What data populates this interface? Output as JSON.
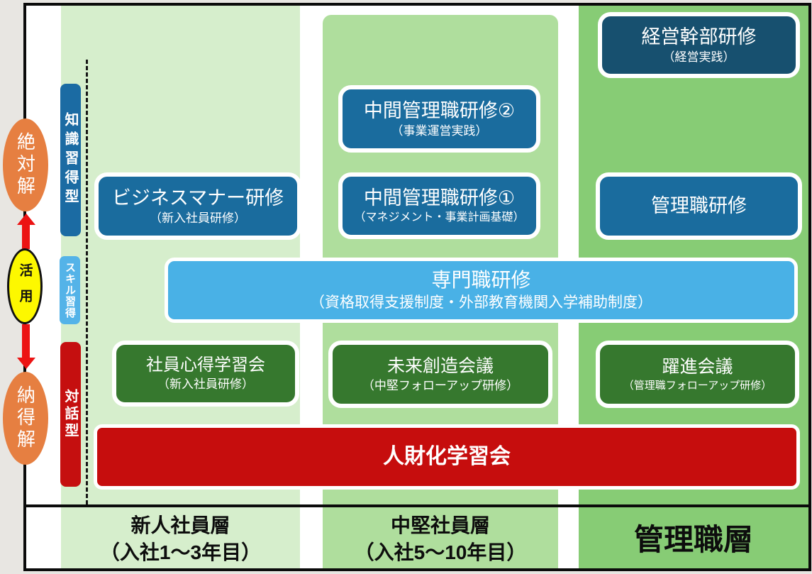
{
  "left_rail": {
    "top_oval_label": "絶対解",
    "middle_oval_label": "活用",
    "bottom_oval_label": "納得解"
  },
  "type_labels": {
    "knowledge": {
      "label": "知識習得型",
      "color": "#1b6ba3"
    },
    "skill": {
      "label": "スキル習得",
      "color": "#54b3e8"
    },
    "dialogue": {
      "label": "対話型",
      "color": "#c50f0f"
    }
  },
  "boxes": {
    "executive": {
      "title": "経営幹部研修",
      "subtitle": "（経営実践）",
      "color": "#17506f"
    },
    "mid_mgmt_2": {
      "title": "中間管理職研修②",
      "subtitle": "（事業運営実践）",
      "color": "#1a6c9e"
    },
    "mid_mgmt_1": {
      "title": "中間管理職研修①",
      "subtitle": "（マネジメント・事業計画基礎）",
      "color": "#1a6c9e"
    },
    "business_manner": {
      "title": "ビジネスマナー研修",
      "subtitle": "（新入社員研修）",
      "color": "#1a6c9e"
    },
    "manager_training": {
      "title": "管理職研修",
      "subtitle": "",
      "color": "#1a6c9e"
    },
    "specialist": {
      "title": "専門職研修",
      "subtitle": "（資格取得支援制度・外部教育機関入学補助制度）",
      "color": "#49b1e6"
    },
    "employee_mindset": {
      "title": "社員心得学習会",
      "subtitle": "（新入社員研修）",
      "color": "#36782e"
    },
    "future_creation": {
      "title": "未来創造会議",
      "subtitle": "（中堅フォローアップ研修）",
      "color": "#36782e"
    },
    "yakushin": {
      "title": "躍進会議",
      "subtitle": "（管理職フォローアップ研修）",
      "color": "#36782e"
    },
    "jinzaika": {
      "title": "人財化学習会",
      "subtitle": "",
      "color": "#c60d0d"
    }
  },
  "layers": [
    {
      "line1": "新人社員層",
      "line2": "（入社1〜3年目）",
      "bg": "#d6eecc"
    },
    {
      "line1": "中堅社員層",
      "line2": "（入社5〜10年目）",
      "bg": "#afde9d"
    },
    {
      "line1": "管理職層",
      "line2": "",
      "bg": "#87cc75"
    }
  ],
  "colors": {
    "page_bg": "#e8e6e2",
    "frame_border": "#0b0b0b",
    "oval_orange": "#e67f41",
    "oval_yellow": "#fdf800",
    "arrow_red": "#ec1313"
  }
}
